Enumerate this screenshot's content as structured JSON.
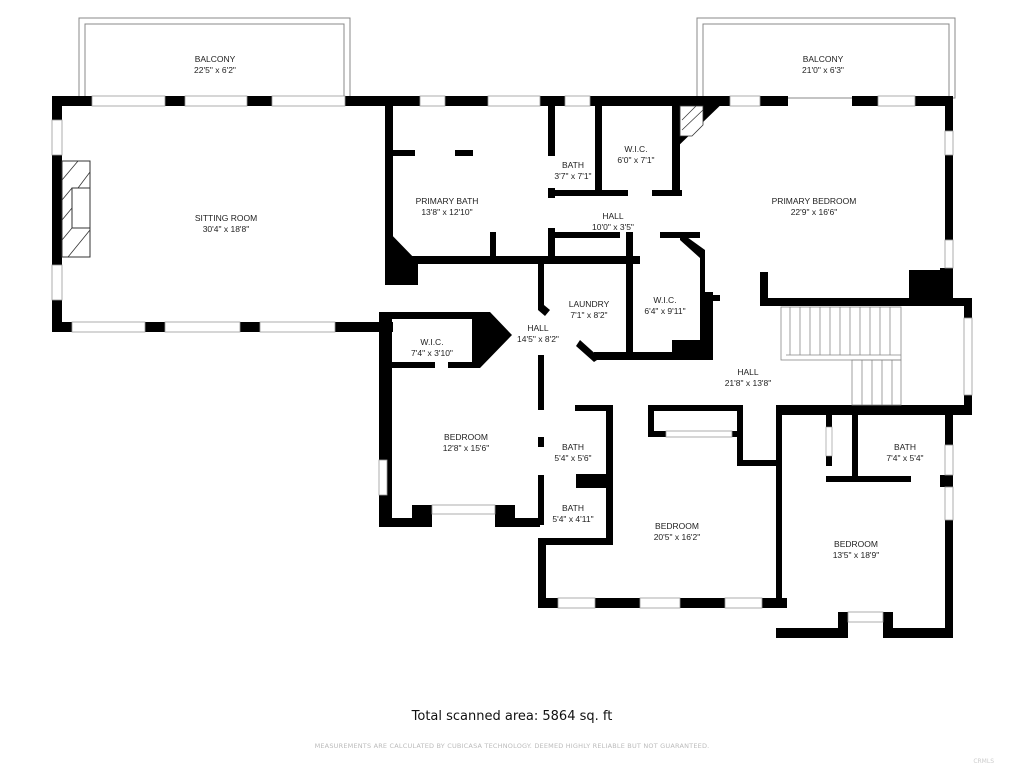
{
  "rooms": {
    "balcony_left": {
      "name": "BALCONY",
      "dims": "22'5\" x 6'2\""
    },
    "balcony_right": {
      "name": "BALCONY",
      "dims": "21'0\" x 6'3\""
    },
    "sitting_room": {
      "name": "SITTING ROOM",
      "dims": "30'4\" x 18'8\""
    },
    "primary_bath": {
      "name": "PRIMARY BATH",
      "dims": "13'8\" x 12'10\""
    },
    "bath_small": {
      "name": "BATH",
      "dims": "3'7\" x 7'1\""
    },
    "wic_top": {
      "name": "W.I.C.",
      "dims": "6'0\" x 7'1\""
    },
    "hall_top": {
      "name": "HALL",
      "dims": "10'0\" x 3'5\""
    },
    "primary_bedroom": {
      "name": "PRIMARY BEDROOM",
      "dims": "22'9\" x 16'6\""
    },
    "laundry": {
      "name": "LAUNDRY",
      "dims": "7'1\" x 8'2\""
    },
    "wic_mid": {
      "name": "W.I.C.",
      "dims": "6'4\" x 9'11\""
    },
    "wic_left": {
      "name": "W.I.C.",
      "dims": "7'4\" x 3'10\""
    },
    "hall_mid": {
      "name": "HALL",
      "dims": "14'5\" x 8'2\""
    },
    "hall_right": {
      "name": "HALL",
      "dims": "21'8\" x 13'8\""
    },
    "bedroom_left": {
      "name": "BEDROOM",
      "dims": "12'8\" x 15'6\""
    },
    "bath_a": {
      "name": "BATH",
      "dims": "5'4\" x 5'6\""
    },
    "bath_b": {
      "name": "BATH",
      "dims": "5'4\" x 4'11\""
    },
    "bedroom_center": {
      "name": "BEDROOM",
      "dims": "20'5\" x 16'2\""
    },
    "bath_right": {
      "name": "BATH",
      "dims": "7'4\" x 5'4\""
    },
    "bedroom_right": {
      "name": "BEDROOM",
      "dims": "13'5\" x 18'9\""
    }
  },
  "footer": {
    "total_area": "Total scanned area: 5864 sq. ft",
    "disclaimer": "MEASUREMENTS ARE CALCULATED BY CUBICASA TECHNOLOGY. DEEMED HIGHLY RELIABLE BUT NOT GUARANTEED.",
    "watermark": "CRMLS"
  }
}
